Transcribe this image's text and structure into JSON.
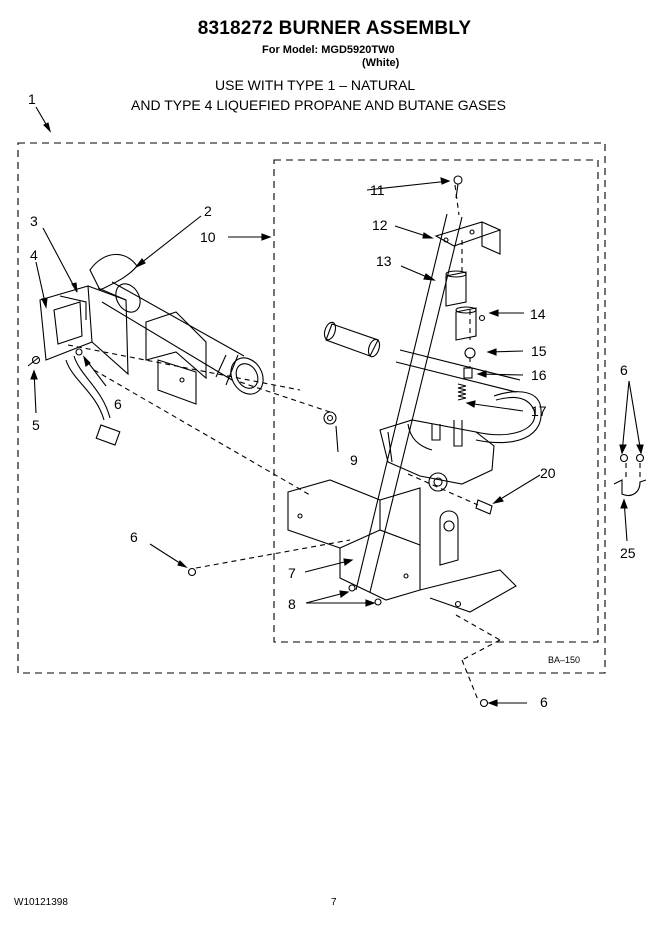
{
  "header": {
    "title": "8318272 BURNER ASSEMBLY",
    "model_line": "For Model: MGD5920TW0",
    "color_line": "(White)",
    "use_line1": "USE WITH TYPE 1 –  NATURAL",
    "use_line2": "AND TYPE 4    LIQUEFIED PROPANE AND BUTANE GASES"
  },
  "diagram": {
    "callouts": {
      "c1": "1",
      "c2": "2",
      "c3": "3",
      "c4": "4",
      "c5": "5",
      "c6a": "6",
      "c6b": "6",
      "c6c": "6",
      "c6d": "6",
      "c7": "7",
      "c8": "8",
      "c9": "9",
      "c10": "10",
      "c11": "11",
      "c12": "12",
      "c13": "13",
      "c14": "14",
      "c15": "15",
      "c16": "16",
      "c17": "17",
      "c20": "20",
      "c25": "25"
    },
    "drawing_code": "BA–150"
  },
  "footer": {
    "doc_number": "W10121398",
    "page_number": "7"
  }
}
